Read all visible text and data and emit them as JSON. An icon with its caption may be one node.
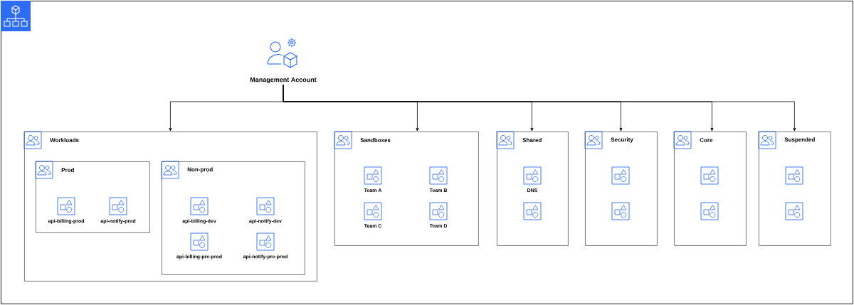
{
  "diagram": {
    "nodes": [
      {
        "text": [],
        "shape": "box"
      },
      {
        "text": [
          "Management Account"
        ],
        "in": 0
      },
      {
        "text": [
          "Workloads"
        ],
        "in": 0
      },
      {
        "text": [
          "Prod"
        ],
        "in": 2
      },
      {
        "text": [
          "Non-prod"
        ],
        "in": 2
      },
      {
        "text": [
          "api-billing-prod"
        ],
        "in": 3
      },
      {
        "text": [
          "api-notify-prod"
        ],
        "in": 3
      },
      {
        "text": [
          "api-billing-dev"
        ],
        "in": 4
      },
      {
        "text": [
          "api-notify-dev"
        ],
        "in": 4
      },
      {
        "text": [
          "api-billing-pre-prod"
        ],
        "in": 4
      },
      {
        "text": [
          "api-notify-pre-prod"
        ],
        "in": 4
      },
      {
        "text": [
          "Sandboxes"
        ],
        "in": 0
      },
      {
        "text": [
          "Team A"
        ],
        "in": 11
      },
      {
        "text": [
          "Team B"
        ],
        "in": 11
      },
      {
        "text": [
          "Team C"
        ],
        "in": 11
      },
      {
        "text": [
          "Team D"
        ],
        "in": 11
      },
      {
        "text": [
          "Shared"
        ],
        "in": 0
      },
      {
        "text": [
          "DNS"
        ],
        "in": 16
      },
      {
        "text": [],
        "shape": "box",
        "in": 16
      },
      {
        "text": [
          "Security"
        ],
        "in": 0
      },
      {
        "text": [],
        "shape": "box",
        "in": 19
      },
      {
        "text": [],
        "shape": "box",
        "in": 19
      },
      {
        "text": [
          "Core"
        ],
        "in": 0
      },
      {
        "text": [],
        "shape": "box",
        "in": 22
      },
      {
        "text": [],
        "shape": "box",
        "in": 22
      },
      {
        "text": [
          "Suspended"
        ],
        "in": 0
      },
      {
        "text": [],
        "shape": "box",
        "in": 25
      },
      {
        "text": [],
        "shape": "box",
        "in": 25
      }
    ],
    "edges": [
      {
        "from": 1,
        "to": 2,
        "arrow": "to"
      },
      {
        "from": 1,
        "to": 11,
        "arrow": "to"
      },
      {
        "from": 1,
        "to": 16,
        "arrow": "to"
      },
      {
        "from": 1,
        "to": 19,
        "arrow": "to"
      },
      {
        "from": 1,
        "to": 22,
        "arrow": "to"
      },
      {
        "from": 1,
        "to": 25,
        "arrow": "to"
      }
    ]
  }
}
